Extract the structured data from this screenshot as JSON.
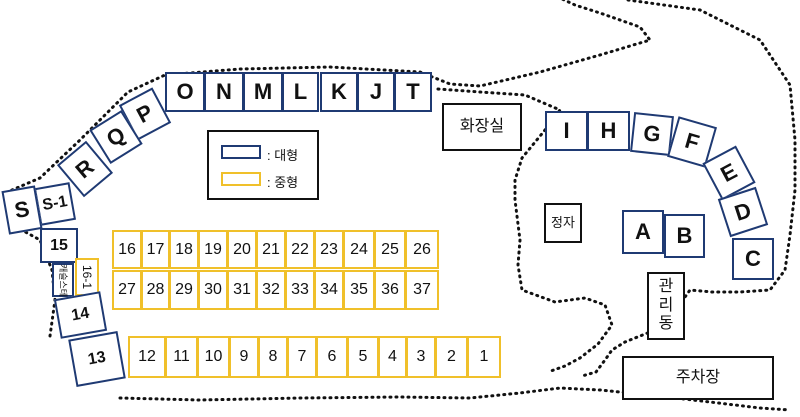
{
  "legend": {
    "large_label": ": 대형",
    "large_color": "#1f3a73",
    "medium_label": ": 중형",
    "medium_color": "#f0c02a"
  },
  "sites": {
    "O": "O",
    "N": "N",
    "M": "M",
    "L": "L",
    "K": "K",
    "J": "J",
    "T": "T",
    "P": "P",
    "Q": "Q",
    "R": "R",
    "S1": "S-1",
    "S": "S",
    "I": "I",
    "H": "H",
    "G": "G",
    "F": "F",
    "E": "E",
    "D": "D",
    "C": "C",
    "A": "A",
    "B": "B",
    "s15": "15",
    "s16_1": "16-1",
    "s14": "14",
    "s13": "13",
    "tent_label": "캐슬스테",
    "s16": "16",
    "s17": "17",
    "s18": "18",
    "s19": "19",
    "s20": "20",
    "s21": "21",
    "s22": "22",
    "s23": "23",
    "s24": "24",
    "s25": "25",
    "s26": "26",
    "s27": "27",
    "s28": "28",
    "s29": "29",
    "s30": "30",
    "s31": "31",
    "s32": "32",
    "s33": "33",
    "s34": "34",
    "s35": "35",
    "s36": "36",
    "s37": "37",
    "s12": "12",
    "s11": "11",
    "s10": "10",
    "s9": "9",
    "s8": "8",
    "s7": "7",
    "s6": "6",
    "s5": "5",
    "s4": "4",
    "s3": "3",
    "s2": "2",
    "s1": "1"
  },
  "facilities": {
    "restroom": "화장실",
    "pavilion": "정자",
    "office_1": "관",
    "office_2": "리",
    "office_3": "동",
    "parking": "주차장"
  }
}
